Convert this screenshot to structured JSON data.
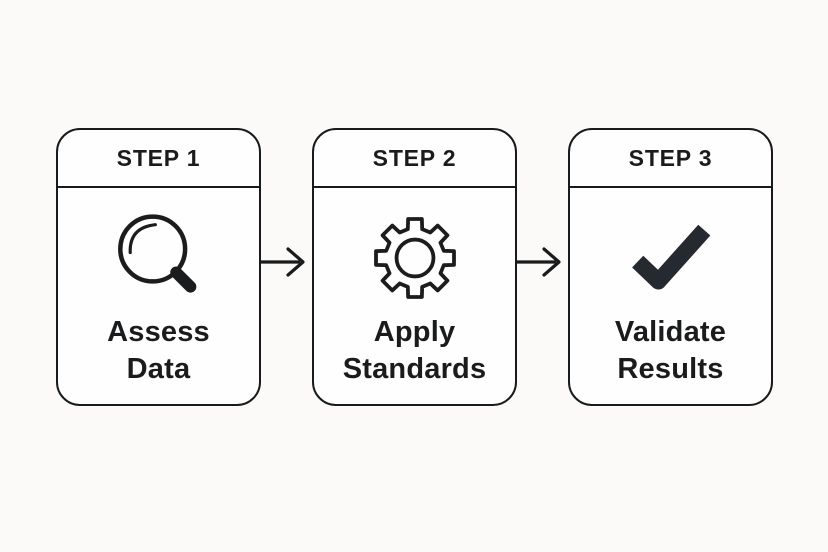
{
  "diagram": {
    "type": "process-flow",
    "direction": "left-to-right",
    "steps": [
      {
        "title": "STEP 1",
        "icon": "magnifier-icon",
        "label": "Assess\nData"
      },
      {
        "title": "STEP 2",
        "icon": "gear-icon",
        "label": "Apply\nStandards"
      },
      {
        "title": "STEP 3",
        "icon": "checkmark-icon",
        "label": "Validate\nResults"
      }
    ],
    "connectors": [
      {
        "from": "STEP 1",
        "to": "STEP 2",
        "type": "arrow-right"
      },
      {
        "from": "STEP 2",
        "to": "STEP 3",
        "type": "arrow-right"
      }
    ],
    "colors": {
      "background": "#fbfaf8",
      "card_background": "#fefefe",
      "line": "#191a1c",
      "text": "#1a1b1d",
      "checkmark": "#252a31"
    }
  }
}
